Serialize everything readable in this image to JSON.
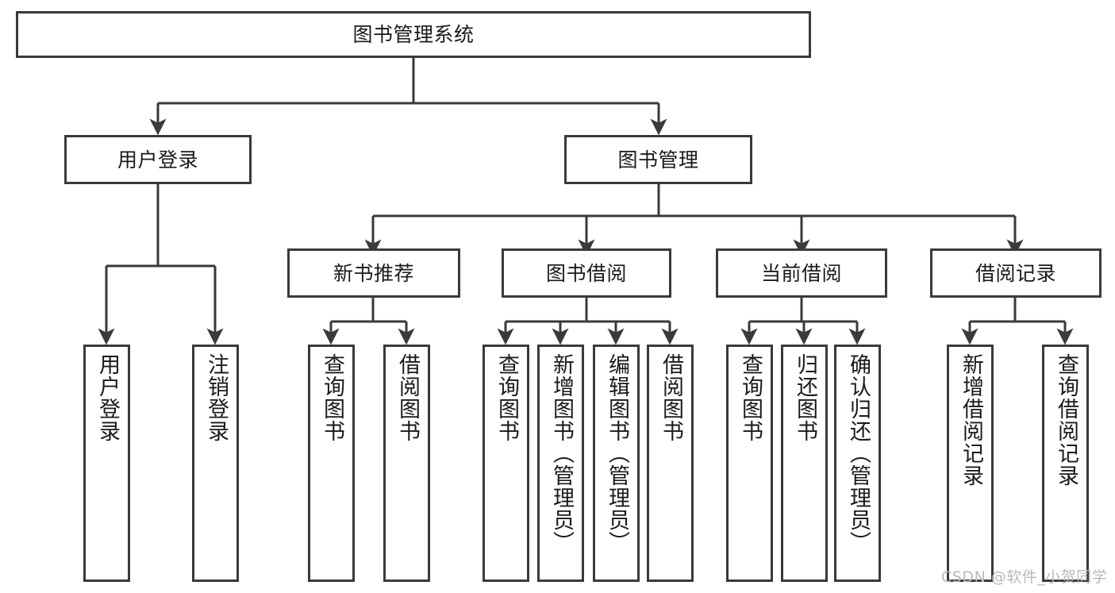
{
  "diagram": {
    "title": "图书管理系统",
    "type": "tree-hierarchy-chart",
    "root": {
      "label": "图书管理系统"
    },
    "level2": [
      {
        "label": "用户登录"
      },
      {
        "label": "图书管理"
      }
    ],
    "level3": [
      {
        "label": "新书推荐"
      },
      {
        "label": "图书借阅"
      },
      {
        "label": "当前借阅"
      },
      {
        "label": "借阅记录"
      }
    ],
    "leaves": [
      {
        "label": "用户登录"
      },
      {
        "label": "注销登录"
      },
      {
        "label": "查询图书"
      },
      {
        "label": "借阅图书"
      },
      {
        "label": "查询图书"
      },
      {
        "label": "新增图书（管理员）"
      },
      {
        "label": "编辑图书（管理员）"
      },
      {
        "label": "借阅图书"
      },
      {
        "label": "查询图书"
      },
      {
        "label": "归还图书"
      },
      {
        "label": "确认归还（管理员）"
      },
      {
        "label": "新增借阅记录"
      },
      {
        "label": "查询借阅记录"
      }
    ],
    "colors": {
      "stroke": "#3a3a3a",
      "fill": "#ffffff",
      "text": "#1a1a1a",
      "watermark": "#b9b9b9"
    }
  },
  "watermark": {
    "text": "CSDN @软件_小贺同学"
  }
}
